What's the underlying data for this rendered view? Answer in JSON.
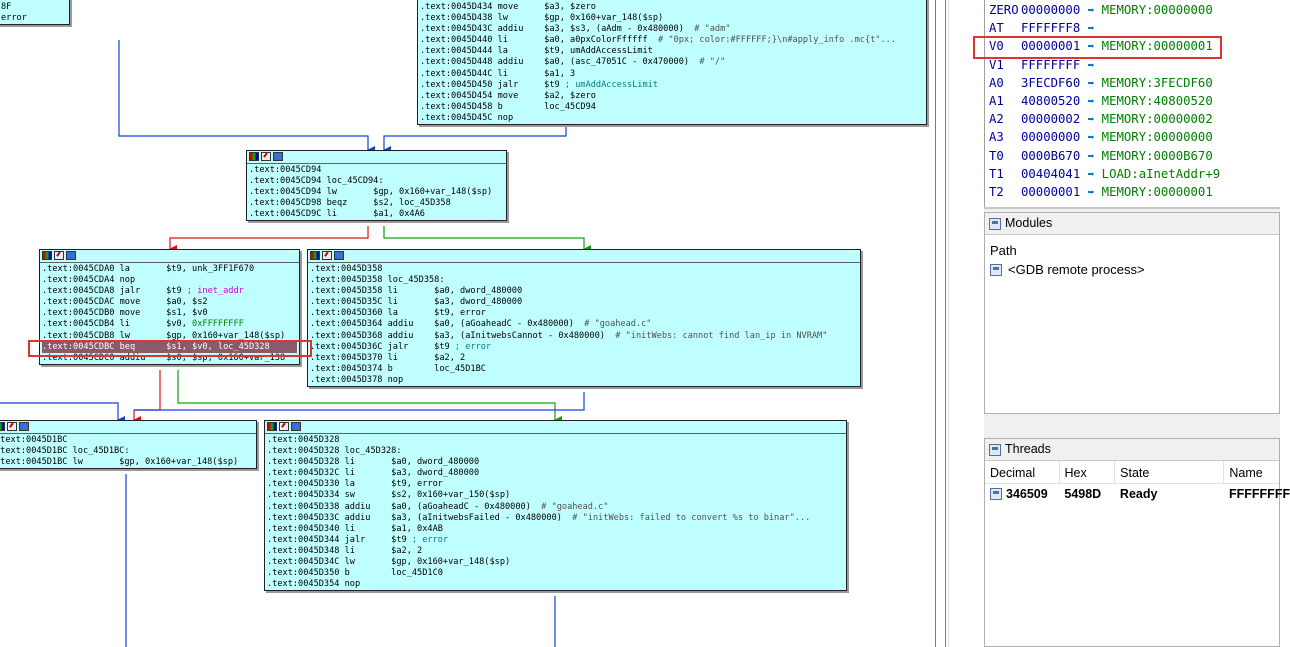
{
  "graph": {
    "nodes": [
      {
        "id": "left-top",
        "lines": [
          {
            "t": "8F",
            "k": "plain"
          },
          {
            "t": "error",
            "k": "plain"
          }
        ]
      },
      {
        "id": "top",
        "lines": [
          {
            "t": ".text:0045D434 move     $a3, $zero",
            "k": "plain"
          },
          {
            "t": ".text:0045D438 lw       $gp, 0x160+var_148($sp)",
            "k": "plain"
          },
          {
            "t": ".text:0045D43C addiu    $a3, $s3, (aAdm - 0x480000)  # \"adm\"",
            "k": "plain"
          },
          {
            "t": ".text:0045D440 li       $a0, a0pxColorFfffff  # \"0px; color:#FFFFFF;}\\n#apply_info .mc{t\"...",
            "k": "plain"
          },
          {
            "t": ".text:0045D444 la       $t9, umAddAccessLimit",
            "k": "plain"
          },
          {
            "t": ".text:0045D448 addiu    $a0, (asc_47051C - 0x470000)  # \"/\"",
            "k": "plain"
          },
          {
            "t": ".text:0045D44C li       $a1, 3",
            "k": "plain"
          },
          {
            "t": ".text:0045D450 jalr     $t9 ; umAddAccessLimit",
            "k": "plain"
          },
          {
            "t": ".text:0045D454 move     $a2, $zero",
            "k": "plain"
          },
          {
            "t": ".text:0045D458 b        loc_45CD94",
            "k": "plain"
          },
          {
            "t": ".text:0045D45C nop",
            "k": "plain"
          }
        ]
      },
      {
        "id": "cd94",
        "lines": [
          {
            "t": ".text:0045CD94",
            "k": "plain"
          },
          {
            "t": ".text:0045CD94 loc_45CD94:",
            "k": "plain"
          },
          {
            "t": ".text:0045CD94 lw       $gp, 0x160+var_148($sp)",
            "k": "plain"
          },
          {
            "t": ".text:0045CD98 beqz     $s2, loc_45D358",
            "k": "plain"
          },
          {
            "t": ".text:0045CD9C li       $a1, 0x4A6",
            "k": "plain"
          }
        ]
      },
      {
        "id": "cda0",
        "lines": [
          {
            "t": ".text:0045CDA0 la       $t9, unk_3FF1F670",
            "k": "plain"
          },
          {
            "t": ".text:0045CDA4 nop",
            "k": "plain"
          },
          {
            "t": ".text:0045CDA8 jalr     $t9 ; inet_addr",
            "k": "plain"
          },
          {
            "t": ".text:0045CDAC move     $a0, $s2",
            "k": "plain"
          },
          {
            "t": ".text:0045CDB0 move     $s1, $v0",
            "k": "plain"
          },
          {
            "t": ".text:0045CDB4 li       $v0, 0xFFFFFFFF",
            "k": "plain"
          },
          {
            "t": ".text:0045CDB8 lw       $gp, 0x160+var_148($sp)",
            "k": "plain"
          },
          {
            "t": ".text:0045CDBC beq      $s1, $v0, loc_45D328",
            "k": "sel"
          },
          {
            "t": ".text:0045CDC0 addiu    $s0, $sp, 0x160+var_138",
            "k": "plain"
          }
        ]
      },
      {
        "id": "d358",
        "lines": [
          {
            "t": ".text:0045D358",
            "k": "plain"
          },
          {
            "t": ".text:0045D358 loc_45D358:",
            "k": "plain"
          },
          {
            "t": ".text:0045D358 li       $a0, dword_480000",
            "k": "plain"
          },
          {
            "t": ".text:0045D35C li       $a3, dword_480000",
            "k": "plain"
          },
          {
            "t": ".text:0045D360 la       $t9, error",
            "k": "plain"
          },
          {
            "t": ".text:0045D364 addiu    $a0, (aGoaheadC - 0x480000)  # \"goahead.c\"",
            "k": "plain"
          },
          {
            "t": ".text:0045D368 addiu    $a3, (aInitwebsCannot - 0x480000)  # \"initWebs: cannot find lan_ip in NVRAM\"",
            "k": "plain"
          },
          {
            "t": ".text:0045D36C jalr     $t9 ; error",
            "k": "plain"
          },
          {
            "t": ".text:0045D370 li       $a2, 2",
            "k": "plain"
          },
          {
            "t": ".text:0045D374 b        loc_45D1BC",
            "k": "plain"
          },
          {
            "t": ".text:0045D378 nop",
            "k": "plain"
          }
        ]
      },
      {
        "id": "d1bc",
        "lines": [
          {
            "t": ".text:0045D1BC",
            "k": "plain"
          },
          {
            "t": ".text:0045D1BC loc_45D1BC:",
            "k": "plain"
          },
          {
            "t": ".text:0045D1BC lw       $gp, 0x160+var_148($sp)",
            "k": "plain"
          }
        ]
      },
      {
        "id": "d328",
        "lines": [
          {
            "t": ".text:0045D328",
            "k": "plain"
          },
          {
            "t": ".text:0045D328 loc_45D328:",
            "k": "plain"
          },
          {
            "t": ".text:0045D328 li       $a0, dword_480000",
            "k": "plain"
          },
          {
            "t": ".text:0045D32C li       $a3, dword_480000",
            "k": "plain"
          },
          {
            "t": ".text:0045D330 la       $t9, error",
            "k": "plain"
          },
          {
            "t": ".text:0045D334 sw       $s2, 0x160+var_150($sp)",
            "k": "plain"
          },
          {
            "t": ".text:0045D338 addiu    $a0, (aGoaheadC - 0x480000)  # \"goahead.c\"",
            "k": "plain"
          },
          {
            "t": ".text:0045D33C addiu    $a3, (aInitwebsFailed - 0x480000)  # \"initWebs: failed to convert %s to binar\"...",
            "k": "plain"
          },
          {
            "t": ".text:0045D340 li       $a1, 0x4AB",
            "k": "plain"
          },
          {
            "t": ".text:0045D344 jalr     $t9 ; error",
            "k": "plain"
          },
          {
            "t": ".text:0045D348 li       $a2, 2",
            "k": "plain"
          },
          {
            "t": ".text:0045D34C lw       $gp, 0x160+var_148($sp)",
            "k": "plain"
          },
          {
            "t": ".text:0045D350 b        loc_45D1C0",
            "k": "plain"
          },
          {
            "t": ".text:0045D354 nop",
            "k": "plain"
          }
        ]
      }
    ],
    "edge_colors": {
      "true": "#e01010",
      "false": "#10a010",
      "jump": "#1040e0"
    }
  },
  "registers": [
    {
      "name": "ZERO",
      "value": "00000000",
      "target": "MEMORY:00000000"
    },
    {
      "name": "AT",
      "value": "FFFFFFF8",
      "target": ""
    },
    {
      "name": "V0",
      "value": "00000001",
      "target": "MEMORY:00000001"
    },
    {
      "name": "V1",
      "value": "FFFFFFFF",
      "target": ""
    },
    {
      "name": "A0",
      "value": "3FECDF60",
      "target": "MEMORY:3FECDF60"
    },
    {
      "name": "A1",
      "value": "40800520",
      "target": "MEMORY:40800520"
    },
    {
      "name": "A2",
      "value": "00000002",
      "target": "MEMORY:00000002"
    },
    {
      "name": "A3",
      "value": "00000000",
      "target": "MEMORY:00000000"
    },
    {
      "name": "T0",
      "value": "0000B670",
      "target": "MEMORY:0000B670"
    },
    {
      "name": "T1",
      "value": "00404041",
      "target": "LOAD:aInetAddr+9"
    },
    {
      "name": "T2",
      "value": "00000001",
      "target": "MEMORY:00000001"
    }
  ],
  "modules": {
    "title": "Modules",
    "column": "Path",
    "rows": [
      "<GDB remote process>"
    ]
  },
  "threads": {
    "title": "Threads",
    "columns": [
      "Decimal",
      "Hex",
      "State",
      "Name"
    ],
    "rows": [
      [
        "346509",
        "5498D",
        "Ready",
        "FFFFFFFF"
      ]
    ]
  }
}
